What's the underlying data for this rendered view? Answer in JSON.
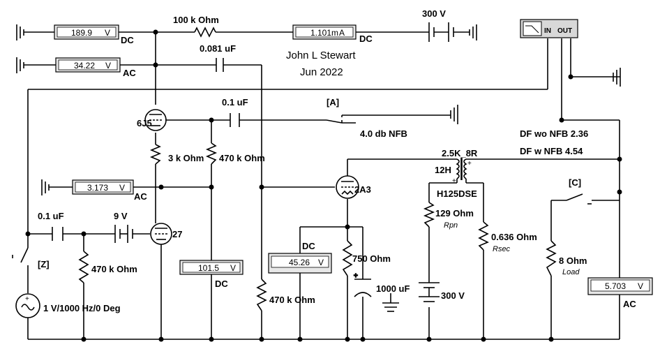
{
  "author": "John L Stewart",
  "date": "Jun 2022",
  "meters": {
    "m1": {
      "value": "189.9",
      "unit": "V",
      "mode": "DC"
    },
    "m2": {
      "value": "34.22",
      "unit": "V",
      "mode": "AC"
    },
    "m3": {
      "value": "1.101m",
      "unit": "A",
      "mode": "DC"
    },
    "m4": {
      "value": "3.173",
      "unit": "V",
      "mode": "AC"
    },
    "m5": {
      "value": "101.5",
      "unit": "V",
      "mode": "DC"
    },
    "m6": {
      "value": "45.26",
      "unit": "V",
      "mode": "DC"
    },
    "m7": {
      "value": "5.703",
      "unit": "V",
      "mode": "AC"
    }
  },
  "labels": {
    "r100k": "100 k Ohm",
    "c0081": "0.081 uF",
    "b300top": "300 V",
    "c01a": "0.1 uF",
    "tube6j5": "6J5",
    "r3k": "3 k Ohm",
    "r470a": "470 k Ohm",
    "r470b": "470 k Ohm",
    "r470c": "470 k Ohm",
    "tube2a3": "2A3",
    "tube27": "27",
    "c01b": "0.1 uF",
    "b9v": "9 V",
    "src": "1 V/1000 Hz/0 Deg",
    "swZ": "[Z]",
    "swA": "[A]",
    "swC": "[C]",
    "nfb": "4.0 db NFB",
    "dfwo": "DF wo NFB 2.36",
    "dfw": "DF w NFB 4.54",
    "xfmr": "2.5K_8R",
    "h12": "12H",
    "xfmrname": "H125DSE",
    "r750": "750  Ohm",
    "c1000": "1000 uF",
    "rpn": "129  Ohm",
    "rpn_sub": "Rpn",
    "b300b": "300 V",
    "rsec": "0.636  Ohm",
    "rsec_sub": "Rsec",
    "rload": "8  Ohm",
    "rload_sub": "Load",
    "scope_in": "IN",
    "scope_out": "OUT"
  }
}
